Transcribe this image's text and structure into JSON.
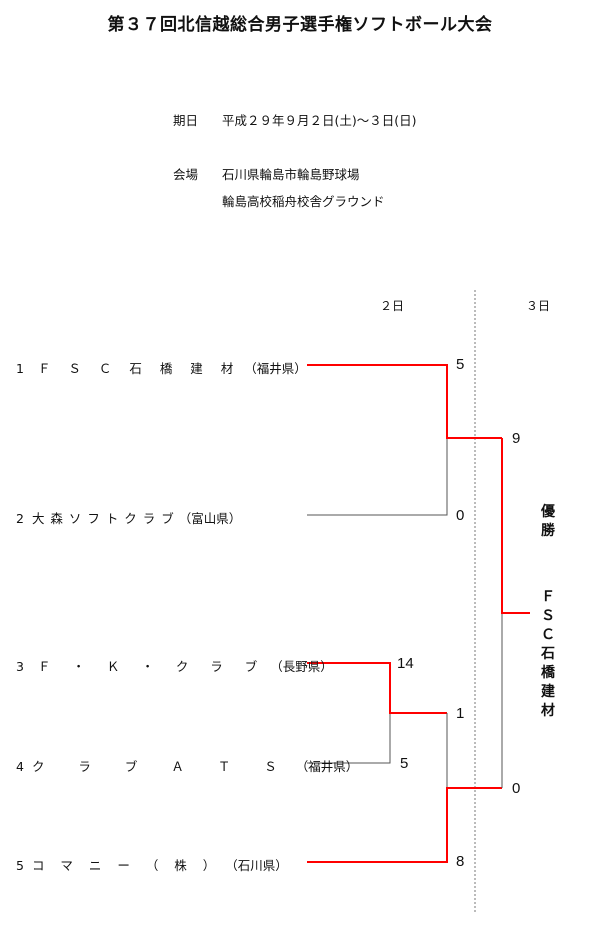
{
  "title": "第３７回北信越総合男子選手権ソフトボール大会",
  "info": {
    "date_label": "期日",
    "date_value": "平成２９年９月２日(土)～３日(日)",
    "venue_label": "会場",
    "venue_lines": [
      "石川県輪島市輪島野球場",
      "輪島高校稲舟校舎グラウンド"
    ]
  },
  "day_headers": [
    "２日",
    "３日"
  ],
  "teams": [
    {
      "seed": "1",
      "name": "Ｆ Ｓ Ｃ 石 橋 建 材",
      "pref": "（福井県）"
    },
    {
      "seed": "2",
      "name": "大 森 ソ フ ト ク ラ ブ",
      "pref": "（富山県）"
    },
    {
      "seed": "3",
      "name": "Ｆ ・ Ｋ ・ ク ラ ブ",
      "pref": "（長野県）"
    },
    {
      "seed": "4",
      "name": "ク ラ ブ Ａ Ｔ Ｓ",
      "pref": "（福井県）"
    },
    {
      "seed": "5",
      "name": "コ マ ニ ー （ 株 ）",
      "pref": "（石川県）"
    }
  ],
  "scores": {
    "r1_t1": "5",
    "r1_t2": "0",
    "r1_t3": "14",
    "r1_t4": "5",
    "sf_t5": "8",
    "sf_w34": "1",
    "final_top": "9",
    "final_bottom": "0"
  },
  "champion": {
    "label": "優勝",
    "name": "ＦＳＣ石橋建材"
  },
  "colors": {
    "winner_line": "#ff0000",
    "loser_line": "#555555",
    "divider": "#777777"
  }
}
